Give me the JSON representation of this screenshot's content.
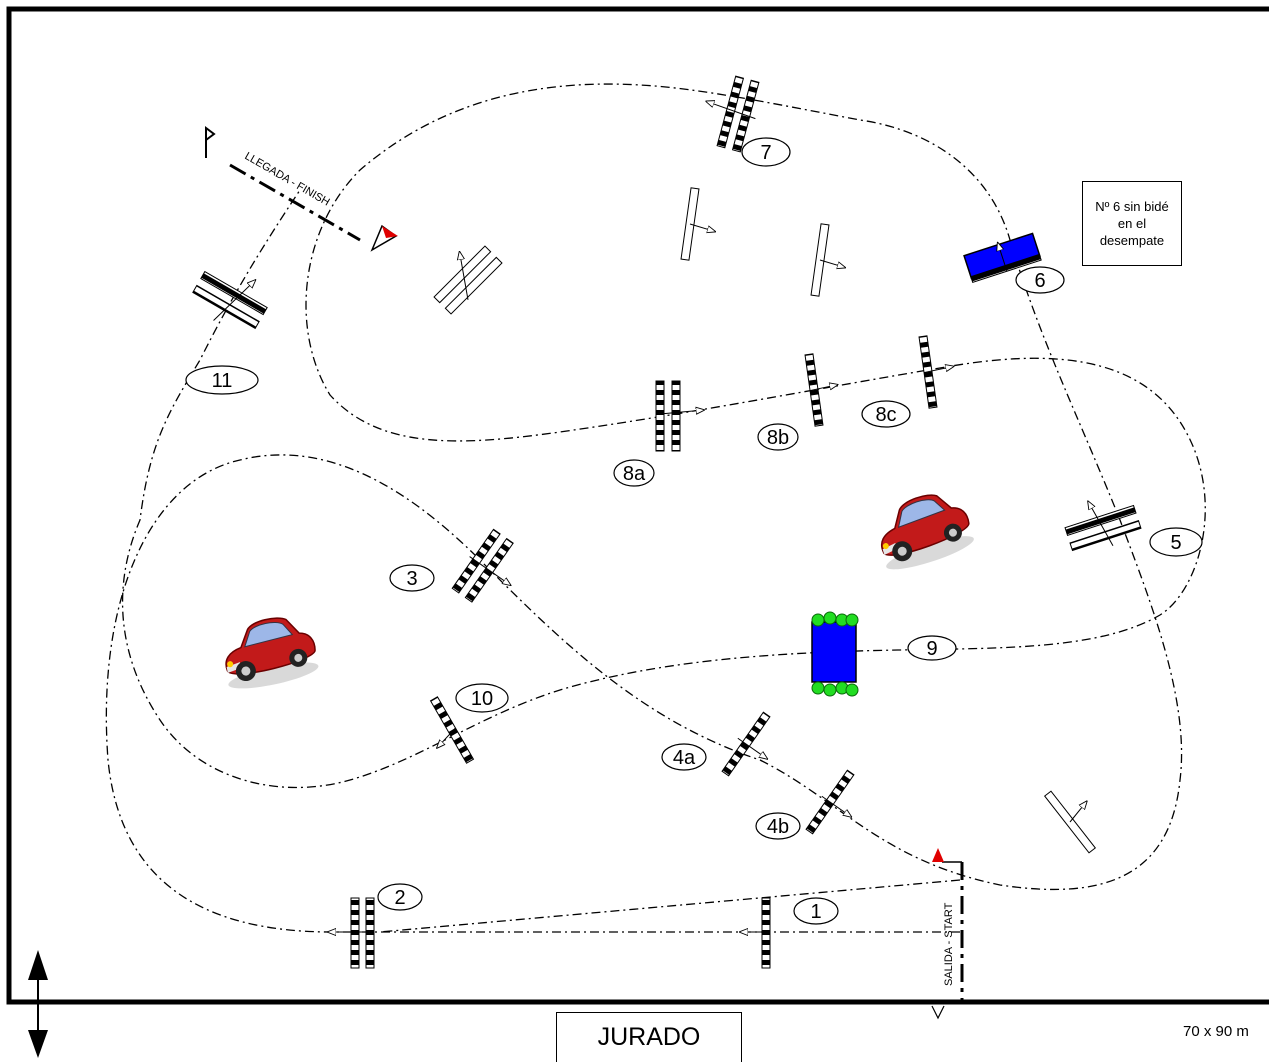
{
  "course": {
    "obstacles": [
      "1",
      "2",
      "3",
      "4a",
      "4b",
      "5",
      "6",
      "7",
      "8a",
      "8b",
      "8c",
      "9",
      "10",
      "11"
    ],
    "start_label": "SALIDA - START",
    "finish_label": "LLEGADA - FINISH"
  },
  "note": {
    "text": "Nº 6 sin bidé en el desempate"
  },
  "jury": {
    "label": "JURADO"
  },
  "dimensions": {
    "text": "70 x 90 m"
  },
  "colors": {
    "water_tray": "#0000ff",
    "hedge": "#22dd22",
    "flag": "#e00000",
    "car": "#c21a1a"
  },
  "icons": [
    "north-south-arrow-icon",
    "start-flag-icon",
    "finish-flag-icon",
    "car-icon",
    "hedge-icon"
  ]
}
